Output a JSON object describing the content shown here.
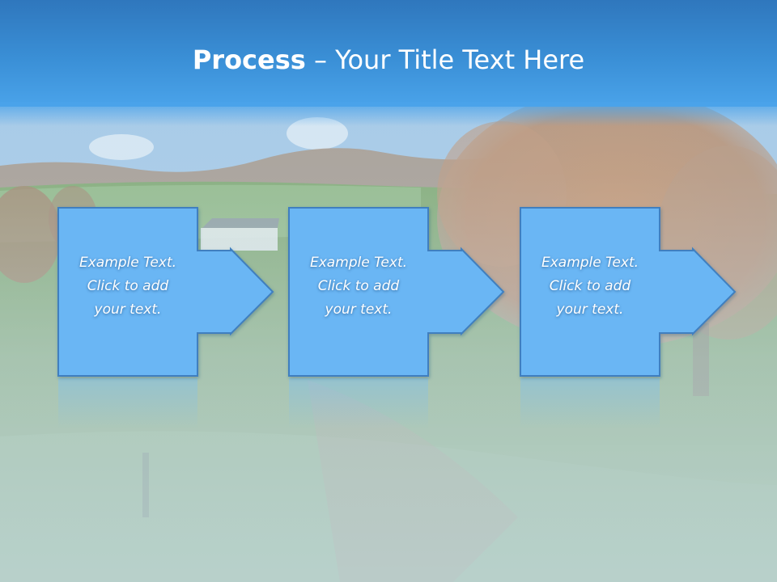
{
  "slide": {
    "title_bold": "Process",
    "title_rest": " – Your Title Text Here"
  },
  "steps": [
    {
      "line1": "Example Text.",
      "line2": "Click  to add",
      "line3": "your text."
    },
    {
      "line1": "Example Text.",
      "line2": "Click  to add",
      "line3": "your text."
    },
    {
      "line1": "Example Text.",
      "line2": "Click  to add",
      "line3": "your text."
    }
  ],
  "colors": {
    "title_bar": "#3a8fd6",
    "box_fill": "#6ab6f4",
    "box_border": "#3f7fbf",
    "text": "#ffffff"
  }
}
